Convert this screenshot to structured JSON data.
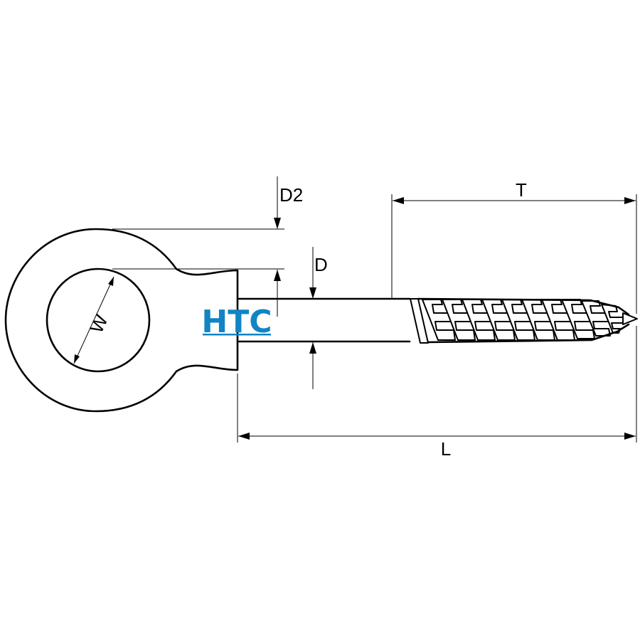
{
  "labels": {
    "D2": "D2",
    "D": "D",
    "T": "T",
    "L": "L",
    "W": "W"
  },
  "logo": {
    "text": "HTC",
    "color": "#1184c4"
  }
}
